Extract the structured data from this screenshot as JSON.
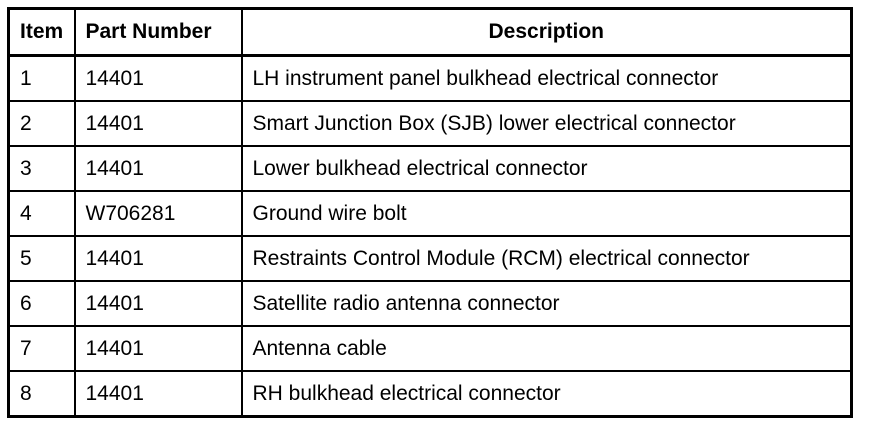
{
  "table": {
    "columns": [
      {
        "key": "item",
        "label": "Item",
        "align": "left"
      },
      {
        "key": "part_number",
        "label": "Part Number",
        "align": "left"
      },
      {
        "key": "description",
        "label": "Description",
        "align": "center"
      }
    ],
    "rows": [
      {
        "item": "1",
        "part_number": "14401",
        "description": "LH instrument panel bulkhead electrical connector"
      },
      {
        "item": "2",
        "part_number": "14401",
        "description": "Smart Junction Box (SJB) lower electrical connector"
      },
      {
        "item": "3",
        "part_number": "14401",
        "description": "Lower bulkhead electrical connector"
      },
      {
        "item": "4",
        "part_number": "W706281",
        "description": "Ground wire bolt"
      },
      {
        "item": "5",
        "part_number": "14401",
        "description": "Restraints Control Module (RCM) electrical connector"
      },
      {
        "item": "6",
        "part_number": "14401",
        "description": "Satellite radio antenna connector"
      },
      {
        "item": "7",
        "part_number": "14401",
        "description": "Antenna cable"
      },
      {
        "item": "8",
        "part_number": "14401",
        "description": "RH bulkhead electrical connector"
      }
    ]
  },
  "colors": {
    "border": "#000000",
    "text": "#000000",
    "background": "#ffffff"
  }
}
